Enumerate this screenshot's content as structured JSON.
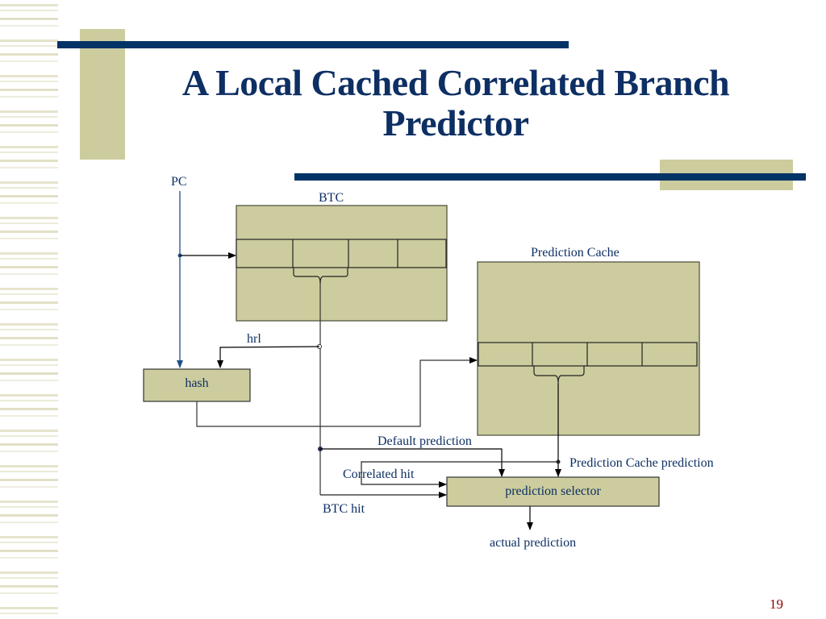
{
  "slide": {
    "title_line1": "A Local Cached Correlated Branch",
    "title_line2": "Predictor",
    "page_number": "19"
  },
  "diagram": {
    "labels": {
      "pc": "PC",
      "btc": "BTC",
      "prediction_cache": "Prediction Cache",
      "hrl": "hrl",
      "hash": "hash",
      "default_prediction": "Default prediction",
      "prediction_cache_prediction": "Prediction  Cache prediction",
      "correlated_hit": "Correlated hit",
      "prediction_selector": "prediction selector",
      "btc_hit": "BTC hit",
      "actual_prediction": "actual prediction"
    }
  },
  "colors": {
    "title": "#0d2f63",
    "accent_bar": "#003366",
    "accent_block": "#cccc9e",
    "box_fill": "#cccc9e",
    "page_number": "#8b0000"
  }
}
